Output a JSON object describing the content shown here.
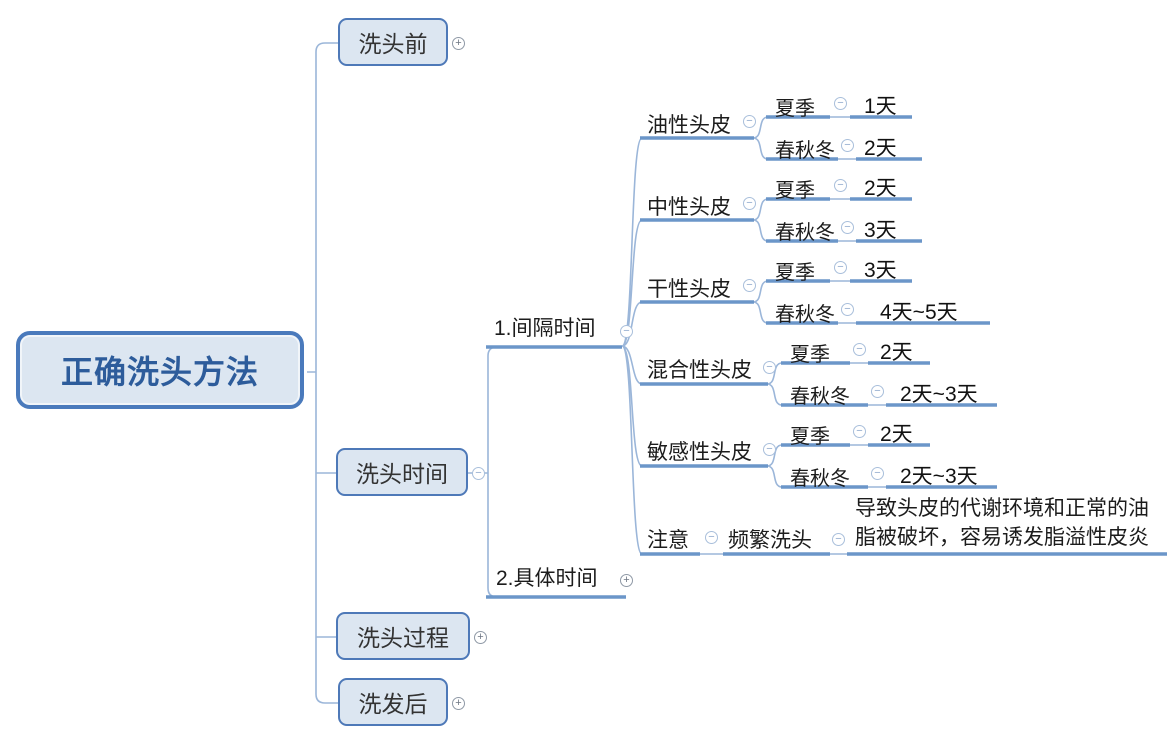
{
  "icons": {
    "plus": "+",
    "minus": "−"
  },
  "colors": {
    "node_fill": "#dce6f1",
    "node_border": "#4e79b8",
    "underline": "#6b96c9",
    "connector": "#9bb6d9",
    "root_text": "#2d5c9b"
  },
  "root": {
    "label": "正确洗头方法"
  },
  "level1": [
    {
      "label": "洗头前",
      "toggle": "plus"
    },
    {
      "label": "洗头时间",
      "toggle": "minus"
    },
    {
      "label": "洗头过程",
      "toggle": "plus"
    },
    {
      "label": "洗发后",
      "toggle": "plus"
    }
  ],
  "interval": {
    "label": "1.间隔时间",
    "groups": [
      {
        "label": "油性头皮",
        "rows": [
          {
            "season": "夏季",
            "value": "1天"
          },
          {
            "season": "春秋冬",
            "value": "2天"
          }
        ]
      },
      {
        "label": "中性头皮",
        "rows": [
          {
            "season": "夏季",
            "value": "2天"
          },
          {
            "season": "春秋冬",
            "value": "3天"
          }
        ]
      },
      {
        "label": "干性头皮",
        "rows": [
          {
            "season": "夏季",
            "value": "3天"
          },
          {
            "season": "春秋冬",
            "value": "4天~5天"
          }
        ]
      },
      {
        "label": "混合性头皮",
        "rows": [
          {
            "season": "夏季",
            "value": "2天"
          },
          {
            "season": "春秋冬",
            "value": "2天~3天"
          }
        ]
      },
      {
        "label": "敏感性头皮",
        "rows": [
          {
            "season": "夏季",
            "value": "2天"
          },
          {
            "season": "春秋冬",
            "value": "2天~3天"
          }
        ]
      }
    ],
    "note": {
      "label": "注意",
      "trigger": "频繁洗头",
      "consequence": "导致头皮的代谢环境和正常的油脂被破坏，容易诱发脂溢性皮炎"
    }
  },
  "specific": {
    "label": "2.具体时间"
  }
}
